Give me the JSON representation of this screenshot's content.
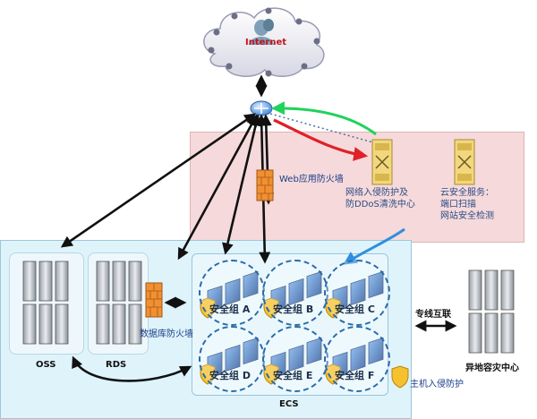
{
  "internet": {
    "label": "Internet"
  },
  "labels": {
    "waf": "Web应用防火墙",
    "ddos_line1": "网络入侵防护及",
    "ddos_line2": "防DDoS清洗中心",
    "security_line1": "云安全服务：",
    "security_line2": "端口扫描",
    "security_line3": "网站安全检测",
    "db_firewall": "数据库防火墙",
    "oss": "OSS",
    "rds": "RDS",
    "ecs": "ECS",
    "dedicated_line": "专线互联",
    "disaster_center": "异地容灾中心",
    "host_protection": "主机入侵防护"
  },
  "security_groups": [
    {
      "label": "安全组 A"
    },
    {
      "label": "安全组 B"
    },
    {
      "label": "安全组 C"
    },
    {
      "label": "安全组 D"
    },
    {
      "label": "安全组 E"
    },
    {
      "label": "安全组 F"
    }
  ],
  "colors": {
    "accent_red": "#e0202a",
    "accent_green": "#1fd35a",
    "accent_blue": "#2f8fe0",
    "pink_zone": "#f6d9da",
    "cloud_zone": "#dff3fb"
  }
}
